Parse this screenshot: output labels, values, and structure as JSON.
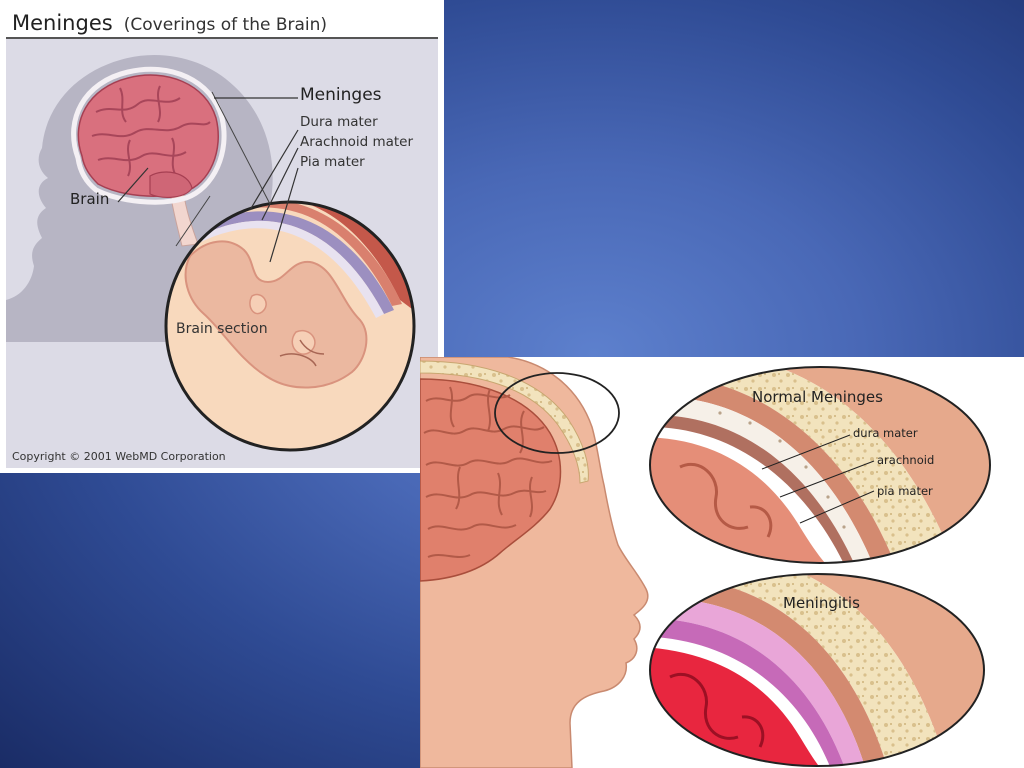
{
  "figure1": {
    "title": "Meninges",
    "subtitle": "(Coverings of the Brain)",
    "labels": {
      "meninges": "Meninges",
      "dura": "Dura mater",
      "arachnoid": "Arachnoid mater",
      "pia": "Pia mater",
      "brain": "Brain",
      "brain_section": "Brain section"
    },
    "copyright": "Copyright © 2001 WebMD Corporation"
  },
  "figure2": {
    "normal_title": "Normal Meninges",
    "labels": {
      "dura": "dura mater",
      "arachnoid": "arachnoid",
      "pia": "pia mater"
    },
    "meningitis_title": "Meningitis"
  },
  "colors": {
    "background_dark": "#1a2c66",
    "background_light": "#5d80cd",
    "brain_pink": "#d9707e",
    "skin": "#eeb59b",
    "inflamed_red": "#e8263f"
  }
}
